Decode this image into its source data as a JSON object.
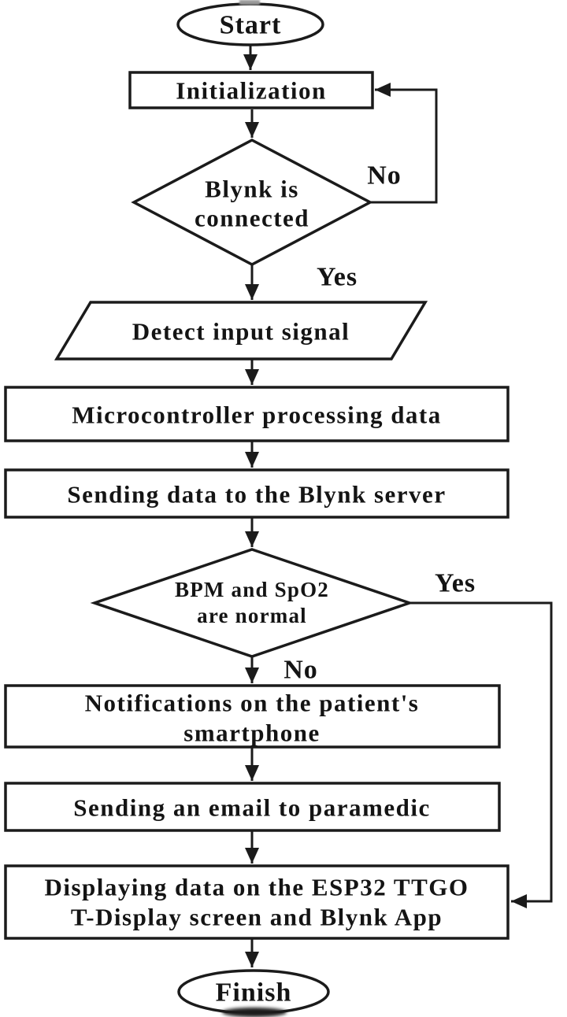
{
  "colors": {
    "line": "#1b1b1b",
    "text": "#141414",
    "background": "#ffffff"
  },
  "nodes": {
    "start": {
      "shape": "terminator",
      "label": "Start"
    },
    "initialization": {
      "shape": "process",
      "label": "Initialization"
    },
    "blynk_connected": {
      "shape": "decision",
      "line1": "Blynk is",
      "line2": "connected"
    },
    "detect_input": {
      "shape": "input-parallelogram",
      "label": "Detect input signal"
    },
    "microcontroller": {
      "shape": "process",
      "label": "Microcontroller processing data"
    },
    "send_server": {
      "shape": "process",
      "label": "Sending data to the Blynk server"
    },
    "vitals_check": {
      "shape": "decision",
      "line1": "BPM and SpO2",
      "line2": "are normal"
    },
    "notifications": {
      "shape": "process",
      "line1": "Notifications on the patient's",
      "line2": "smartphone"
    },
    "email": {
      "shape": "process",
      "label": "Sending an email to paramedic"
    },
    "display": {
      "shape": "process",
      "line1": "Displaying data on the ESP32 TTGO",
      "line2": "T-Display screen and Blynk App"
    },
    "finish": {
      "shape": "terminator",
      "label": "Finish"
    }
  },
  "edges": {
    "blynk_no": "No",
    "blynk_yes": "Yes",
    "vitals_yes": "Yes",
    "vitals_no": "No"
  }
}
